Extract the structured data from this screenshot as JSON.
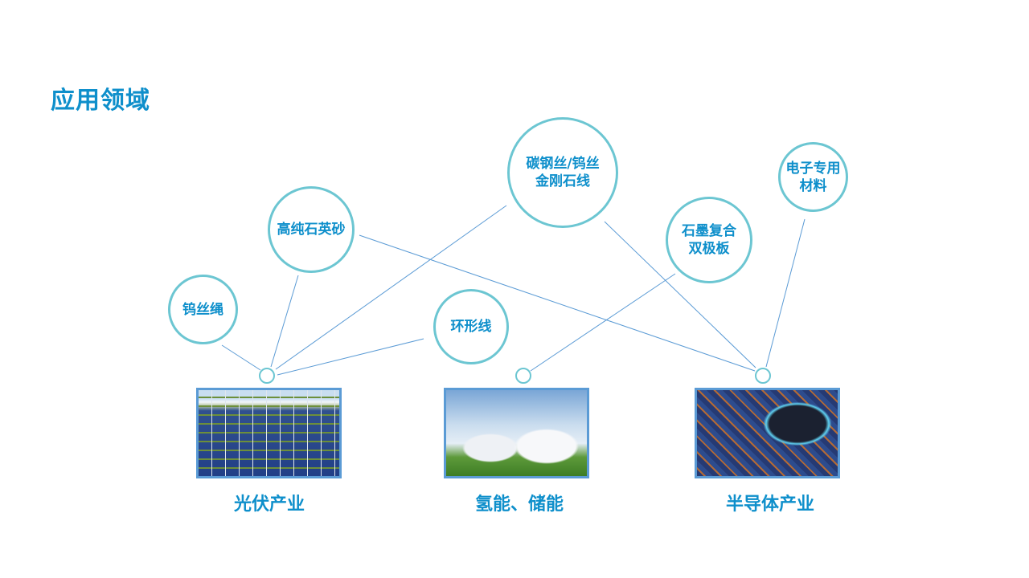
{
  "title": "应用领域",
  "bubbles": {
    "tungsten_rope": "钨丝绳",
    "quartz_sand": "高纯石英砂",
    "ring_wire_label": "环形线",
    "wire_line1": "碳钢丝/钨丝",
    "wire_line2": "金刚石线",
    "graphite_line1": "石墨复合",
    "graphite_line2": "双极板",
    "electronic_line1": "电子专用",
    "electronic_line2": "材料"
  },
  "industries": [
    {
      "label": "光伏产业",
      "image": "solar-farm-photo"
    },
    {
      "label": "氢能、储能",
      "image": "hydrogen-tanks-photo"
    },
    {
      "label": "半导体产业",
      "image": "circuit-chip-photo"
    }
  ],
  "colors": {
    "accent": "#0e8fcb",
    "circle": "#6cc6d2",
    "line": "#5b9bd5"
  }
}
